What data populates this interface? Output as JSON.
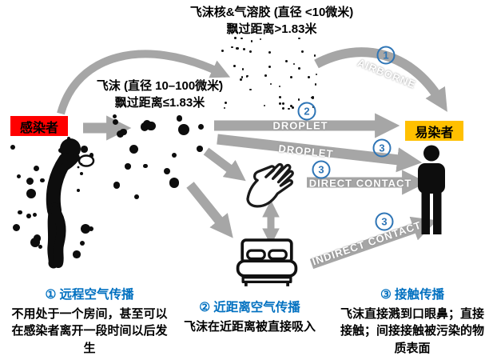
{
  "colors": {
    "infected_bg": "#ff0000",
    "susceptible_bg": "#ffc000",
    "arrow_gray": "#a6a6a6",
    "number_blue": "#2e75b6",
    "heading_blue": "#0070c0"
  },
  "captions": {
    "aerosol_line1": "飞沫核&气溶胶 (直径 <10微米)",
    "aerosol_line2": "飘过距离>1.83米",
    "droplet_line1": "飞沫 (直径 10–100微米)",
    "droplet_line2": "飘过距离≤1.83米"
  },
  "actors": {
    "infected": "感染者",
    "susceptible": "易染者"
  },
  "routes": {
    "airborne": {
      "label": "AIRBORNE",
      "number": "1"
    },
    "droplet_upper": {
      "label": "DROPLET",
      "number": "2"
    },
    "droplet_lower": {
      "label": "DROPLET",
      "number": "3"
    },
    "direct_contact": {
      "label": "DIRECT CONTACT",
      "number": "3"
    },
    "indirect_contact": {
      "label": "INDIRECT CONTACT",
      "number": "3"
    }
  },
  "legend": [
    {
      "number": "①",
      "title": "远程空气传播",
      "body": "不用处于一个房间，甚至可以在感染者离开一段时间以后发生"
    },
    {
      "number": "②",
      "title": "近距离空气传播",
      "body": "飞沫在近距离被直接吸入"
    },
    {
      "number": "③",
      "title": "接触传播",
      "body": "飞沫直接溅到口眼鼻；直接接触；间接接触被污染的物质表面"
    }
  ]
}
